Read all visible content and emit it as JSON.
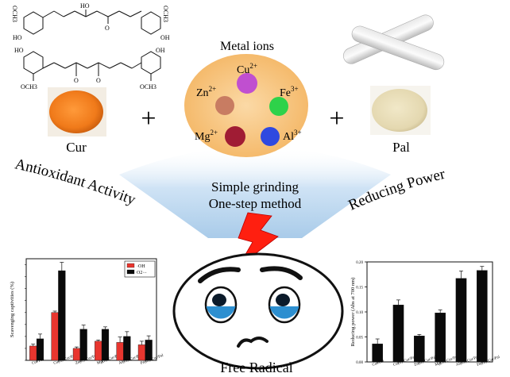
{
  "labels": {
    "cur": "Cur",
    "pal": "Pal",
    "metal_ions_title": "Metal ions",
    "plus": "+",
    "antioxidant": "Antioxidant Activity",
    "reducing": "Reducing Power",
    "method_line1": "Simple grinding",
    "method_line2": "One-step method",
    "free_radical": "Free Radical",
    "methoxy": "OCH3",
    "ho": "HO",
    "oh": "OH",
    "o": "O"
  },
  "metal_ions": [
    {
      "symbol": "Cu",
      "charge": "2+",
      "color": "#c04fd0"
    },
    {
      "symbol": "Fe",
      "charge": "3+",
      "color": "#2ed24a"
    },
    {
      "symbol": "Al",
      "charge": "3+",
      "color": "#2f49e0"
    },
    {
      "symbol": "Mg",
      "charge": "2+",
      "color": "#a01c34"
    },
    {
      "symbol": "Zn",
      "charge": "2+",
      "color": "#c87c62"
    }
  ],
  "colors": {
    "orb": "#f7c07a",
    "cur_powder": "#f27c1c",
    "pal_powder": "#e7dcb6",
    "funnel": "#b5d5f0",
    "bolt": "#ff1f10",
    "tear": "#2d8fd0",
    "bar_red": "#e8362f",
    "bar_black": "#0a0a0a"
  },
  "chart_data": [
    {
      "type": "bar",
      "ylabel": "Scavenging captivities (%)",
      "ylim": [
        0,
        85
      ],
      "categories": [
        "Cur/Pal",
        "Cu(II)-Cur/Pal",
        "Zn(II)-Cur/Pal",
        "Mg(II)-Cur/Pal",
        "Al(III)-Cur/Pal",
        "Fe(III)-Cur/Pal"
      ],
      "series": [
        {
          "name": "·OH",
          "values": [
            12,
            40,
            10,
            16,
            15,
            13
          ],
          "errors": [
            1.5,
            1.2,
            1.2,
            1.0,
            4.5,
            3.0
          ],
          "color": "#e8362f"
        },
        {
          "name": "O2·−",
          "values": [
            18,
            75,
            26,
            26,
            20,
            17
          ],
          "errors": [
            4.0,
            7.0,
            3.5,
            2.0,
            4.0,
            3.5
          ],
          "color": "#0a0a0a"
        }
      ],
      "legend": "top-right"
    },
    {
      "type": "bar",
      "ylabel": "Reducing power (Abs at 700 nm)",
      "ylim": [
        0,
        0.2
      ],
      "yticks": [
        "0.00",
        "0.05",
        "0.10",
        "0.15",
        "0.20"
      ],
      "categories": [
        "Cur/Pal",
        "Cu(II)-Cur/Pal",
        "Zn(II)-Cur/Pal",
        "Mg(II)-Cur/Pal",
        "Al(III)-Cur/Pal",
        "Fe(III)-Cur/Pal"
      ],
      "series": [
        {
          "values": [
            0.036,
            0.114,
            0.052,
            0.098,
            0.167,
            0.183
          ],
          "errors": [
            0.01,
            0.01,
            0.003,
            0.006,
            0.015,
            0.008
          ],
          "color": "#0a0a0a"
        }
      ]
    }
  ]
}
